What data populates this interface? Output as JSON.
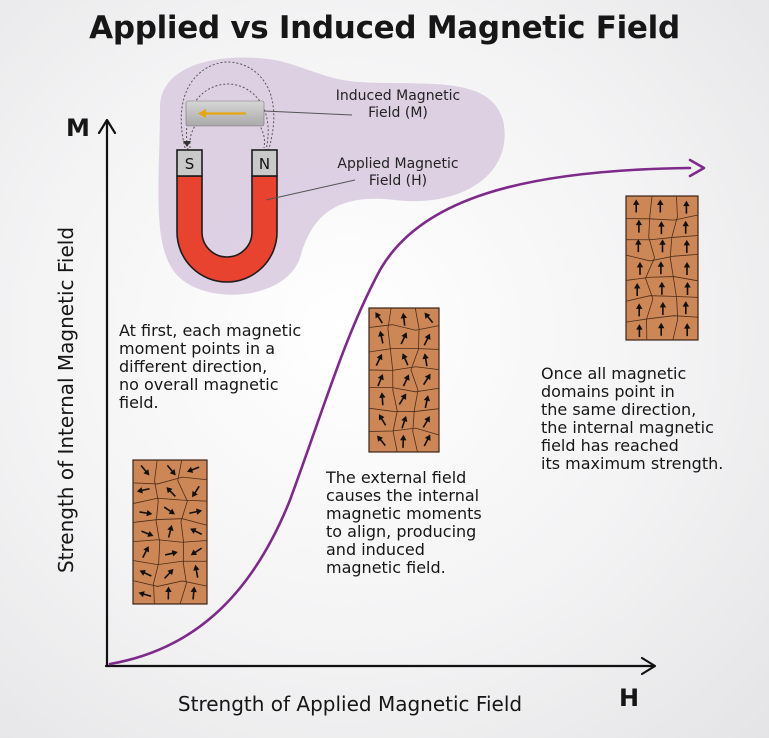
{
  "title": "Applied vs Induced Magnetic Field",
  "axes": {
    "y_letter": "M",
    "x_letter": "H",
    "y_label": "Strength of Internal Magnetic Field",
    "x_label": "Strength of Applied Magnetic Field"
  },
  "magnet": {
    "induced_label": "Induced Magnetic\nField (M)",
    "applied_label": "Applied Magnetic\nField (H)",
    "pole_south": "S",
    "pole_north": "N"
  },
  "stages": [
    {
      "caption": "At first, each magnetic\nmoment points in a\ndifferent direction,\nno overall magnetic\nfield."
    },
    {
      "caption": "The external field\ncauses the internal\nmagnetic moments\nto align, producing\nand induced\nmagnetic field."
    },
    {
      "caption": "Once all magnetic\ndomains point in\nthe same direction,\nthe internal magnetic\nfield has reached\nits maximum strength."
    }
  ],
  "colors": {
    "curve": "#7e2a8a",
    "magnet_red": "#e8432f",
    "bubble": "#d9c9df",
    "domain_fill": "#cd8655"
  }
}
